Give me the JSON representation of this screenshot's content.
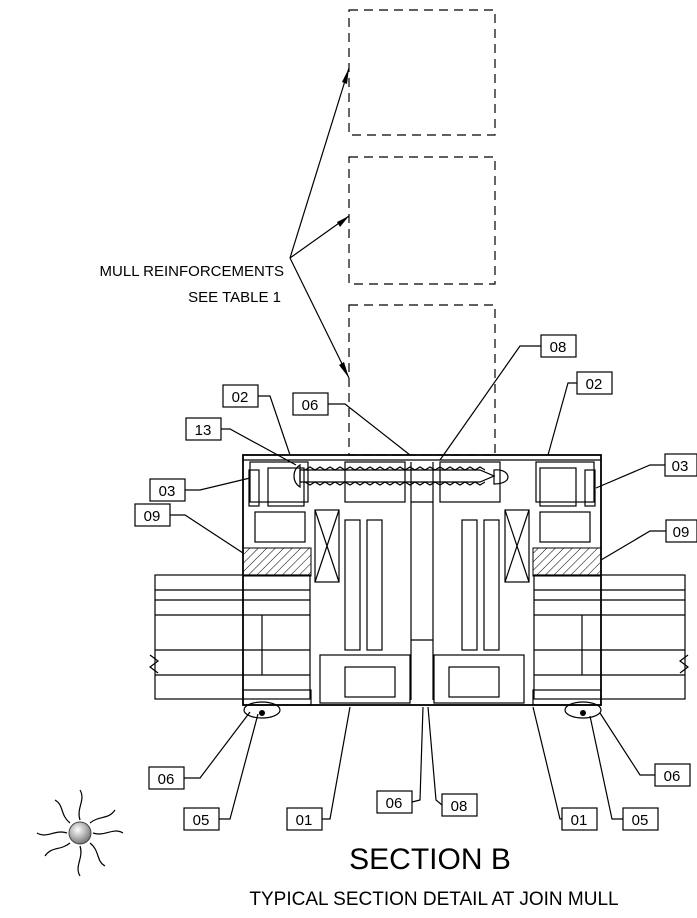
{
  "note": {
    "line1": "MULL REINFORCEMENTS",
    "line2": "SEE TABLE 1"
  },
  "tags": {
    "t02_left": "02",
    "t06_top": "06",
    "t08_top": "08",
    "t02_right": "02",
    "t13": "13",
    "t03_left": "03",
    "t03_right": "03",
    "t09_left": "09",
    "t09_right": "09",
    "t06_left": "06",
    "t05_left": "05",
    "t01_left": "01",
    "t06_bottom": "06",
    "t08_bottom": "08",
    "t01_right": "01",
    "t05_right": "05",
    "t06_right": "06"
  },
  "title": "SECTION B",
  "subtitle": "TYPICAL SECTION DETAIL AT JOIN MULL"
}
